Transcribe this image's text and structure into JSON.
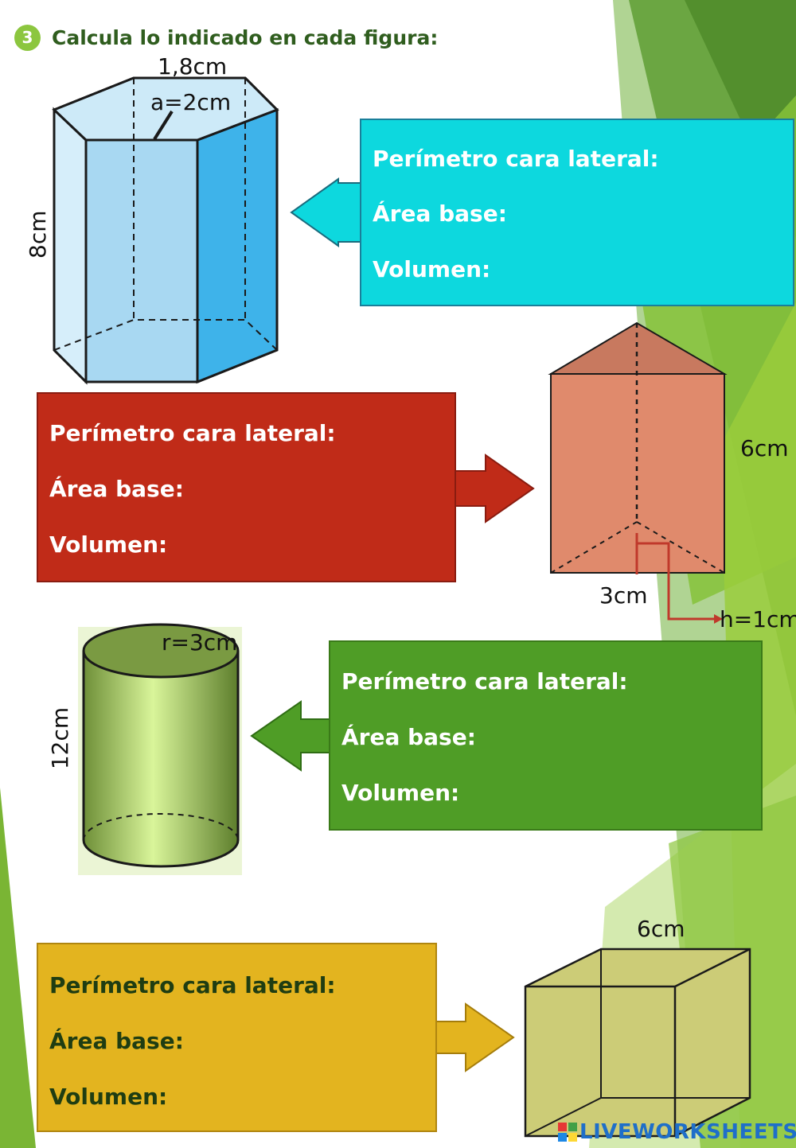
{
  "header": {
    "number": "3",
    "title": "Calcula lo indicado en cada figura:"
  },
  "boxes": {
    "hexagon": {
      "perimeter_label": "Perímetro cara lateral:",
      "area_label": "Área base:",
      "volume_label": "Volumen:"
    },
    "triangle": {
      "perimeter_label": "Perímetro cara lateral:",
      "area_label": "Área base:",
      "volume_label": "Volumen:"
    },
    "cylinder": {
      "perimeter_label": "Perímetro cara lateral:",
      "area_label": "Área base:",
      "volume_label": "Volumen:"
    },
    "cube": {
      "perimeter_label": "Perímetro cara lateral:",
      "area_label": "Área base:",
      "volume_label": "Volumen:"
    }
  },
  "measurements": {
    "hexagon_side": "1,8cm",
    "hexagon_apothem": "a=2cm",
    "hexagon_height": "8cm",
    "triangle_height": "6cm",
    "triangle_base": "3cm",
    "triangle_apothem": "h=1cm",
    "cylinder_radius": "r=3cm",
    "cylinder_height": "12cm",
    "cube_edge": "6cm"
  },
  "footer": {
    "brand": "LIVEWORKSHEETS"
  },
  "colors": {
    "cyan_box": "#0dd8de",
    "red_box": "#c02b18",
    "green_box": "#4f9d26",
    "gold_box": "#e3b41f",
    "header_green": "#2f5d1e",
    "badge_green": "#8cc63f"
  }
}
